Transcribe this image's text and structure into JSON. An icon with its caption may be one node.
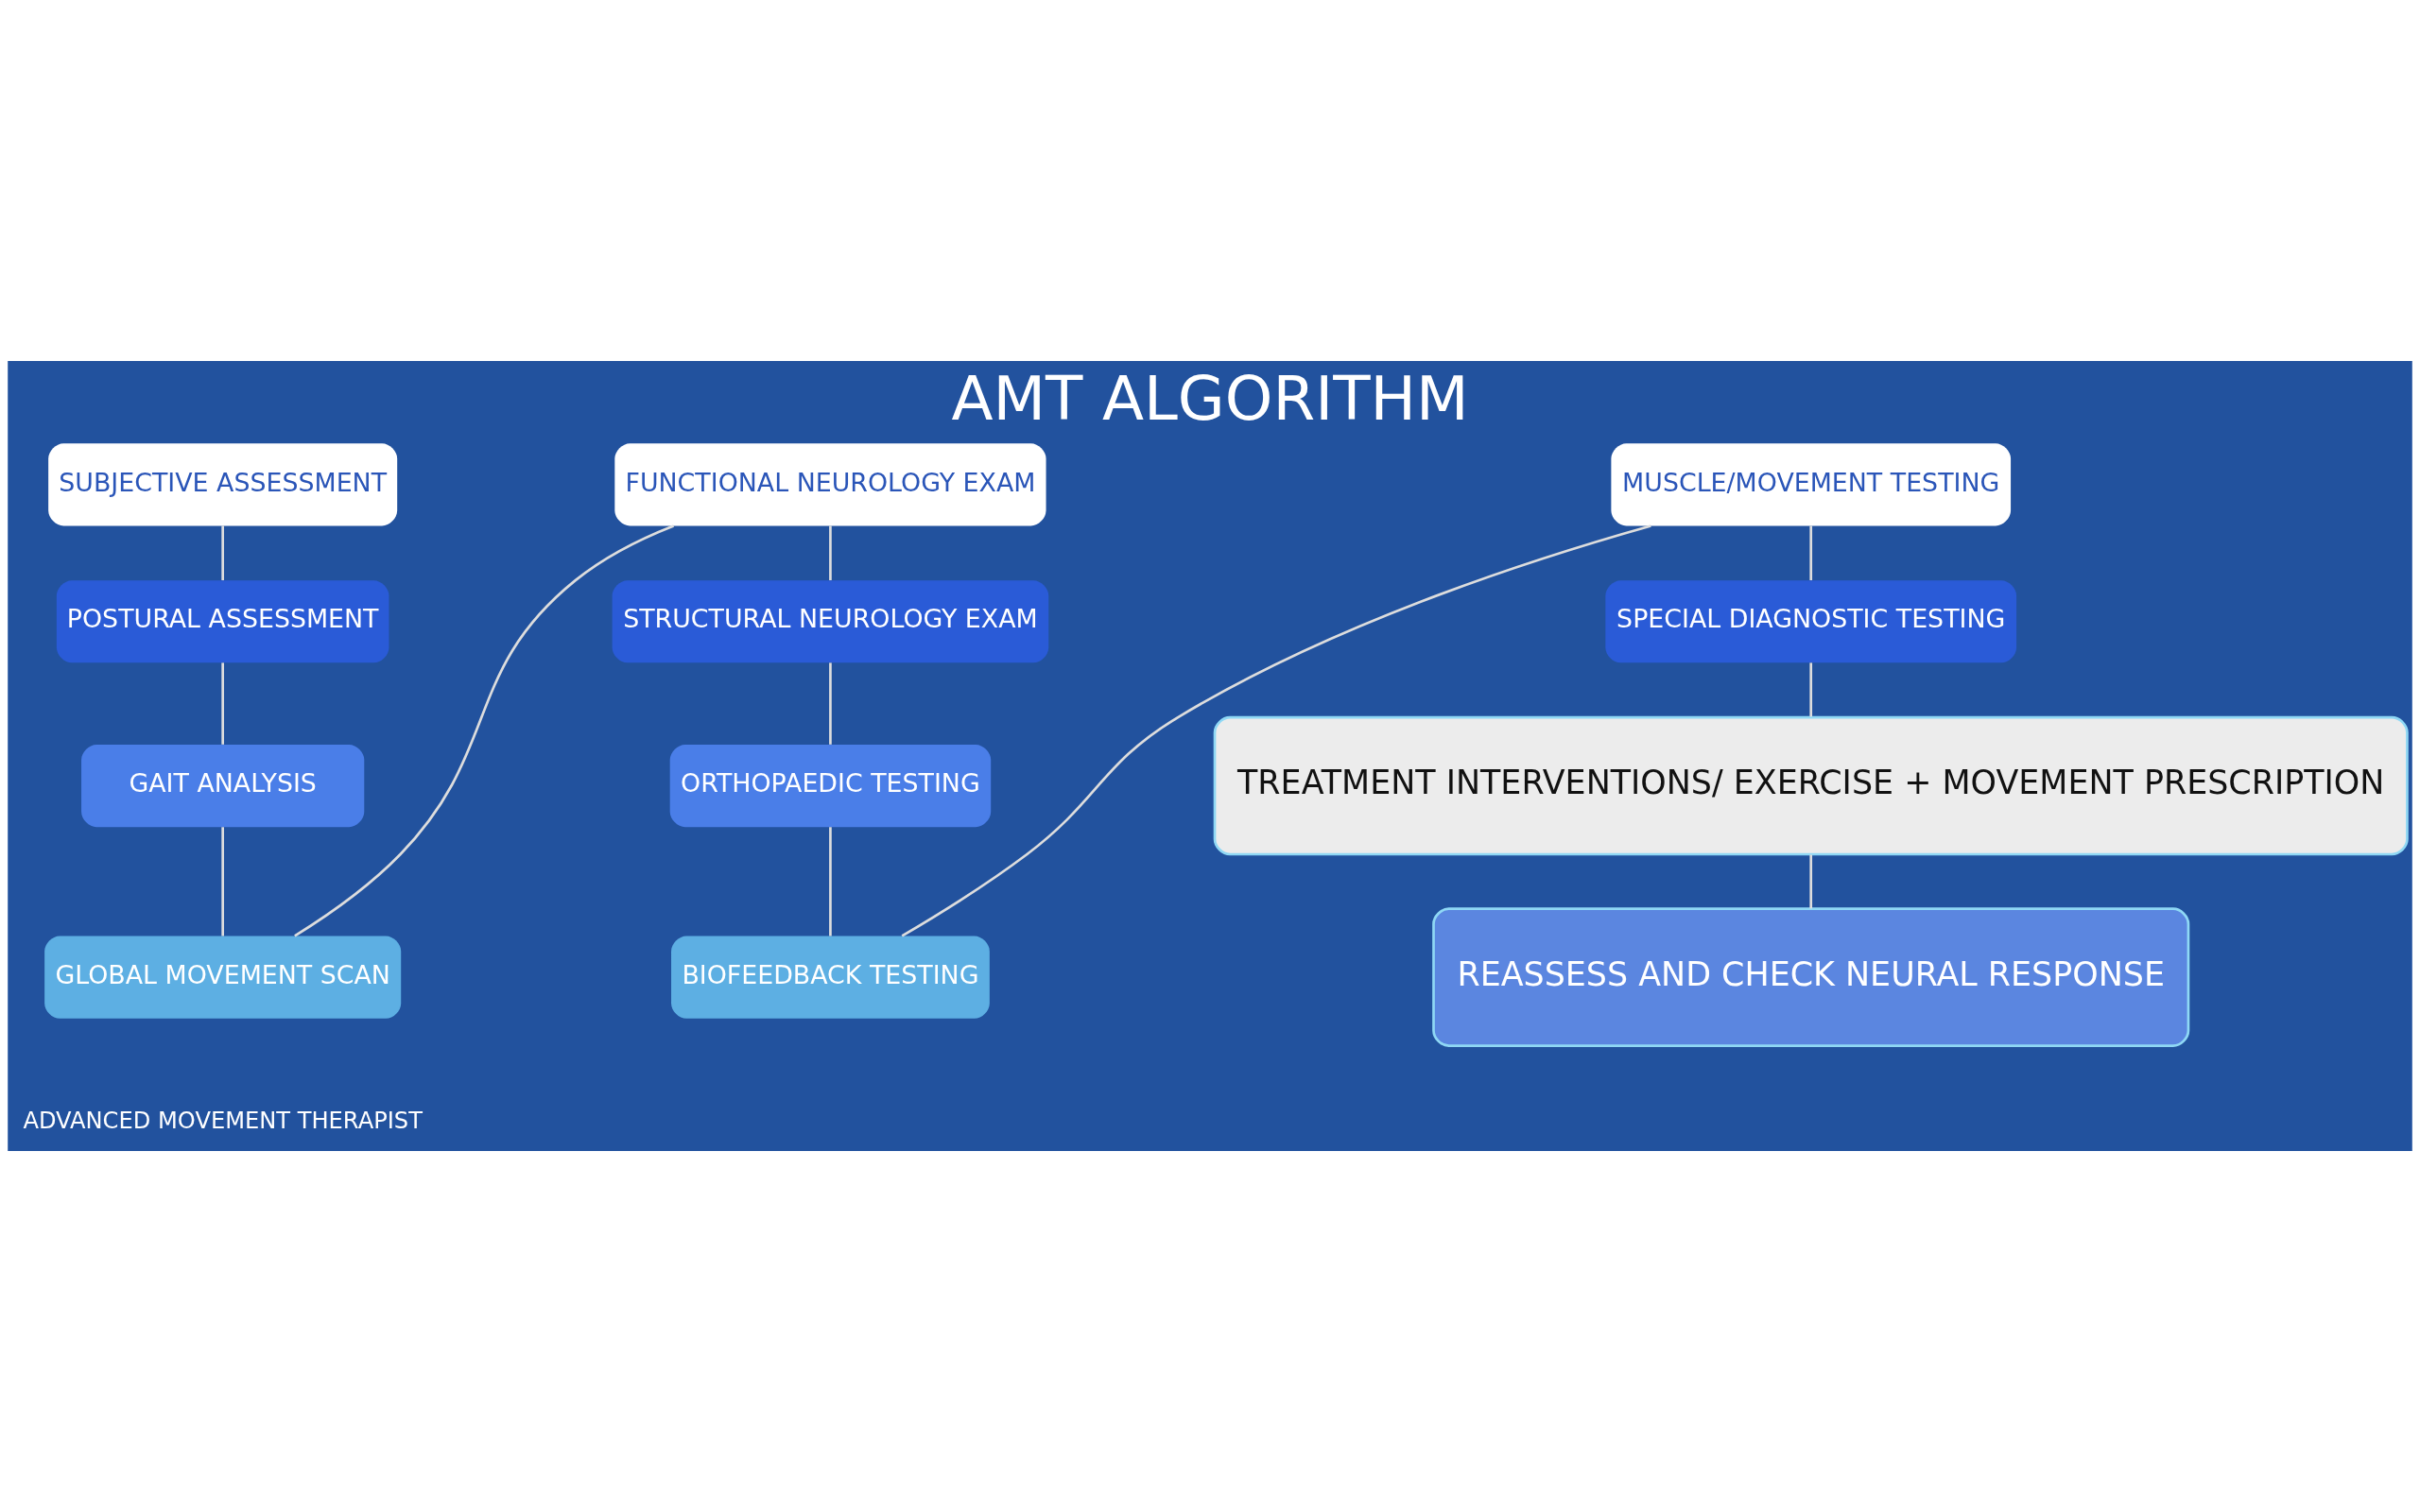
{
  "diagram": {
    "title": "AMT ALGORITHM",
    "nodes": [
      {
        "text": [
          "SUBJECTIVE ASSESSMENT"
        ]
      },
      {
        "text": [
          "POSTURAL ASSESSMENT"
        ]
      },
      {
        "text": [
          "GAIT ANALYSIS"
        ]
      },
      {
        "text": [
          "GLOBAL MOVEMENT SCAN"
        ]
      },
      {
        "text": [
          "FUNCTIONAL NEUROLOGY EXAM"
        ]
      },
      {
        "text": [
          "STRUCTURAL NEUROLOGY EXAM"
        ]
      },
      {
        "text": [
          "ORTHOPAEDIC TESTING"
        ]
      },
      {
        "text": [
          "BIOFEEDBACK TESTING"
        ]
      },
      {
        "text": [
          "MUSCLE/MOVEMENT TESTING"
        ]
      },
      {
        "text": [
          "SPECIAL DIAGNOSTIC TESTING"
        ]
      },
      {
        "text": [
          "TREATMENT INTERVENTIONS/ EXERCISE + MOVEMENT PRESCRIPTION"
        ]
      },
      {
        "text": [
          "REASSESS AND CHECK NEURAL RESPONSE"
        ]
      }
    ],
    "edges": [
      {
        "from": 0,
        "to": 1,
        "arrow": "none"
      },
      {
        "from": 1,
        "to": 2,
        "arrow": "none"
      },
      {
        "from": 2,
        "to": 3,
        "arrow": "none"
      },
      {
        "from": 3,
        "to": 4,
        "arrow": "none"
      },
      {
        "from": 4,
        "to": 5,
        "arrow": "none"
      },
      {
        "from": 5,
        "to": 6,
        "arrow": "none"
      },
      {
        "from": 6,
        "to": 7,
        "arrow": "none"
      },
      {
        "from": 7,
        "to": 8,
        "arrow": "none"
      },
      {
        "from": 8,
        "to": 9,
        "arrow": "none"
      },
      {
        "from": 9,
        "to": 10,
        "arrow": "none"
      },
      {
        "from": 10,
        "to": 11,
        "arrow": "none"
      }
    ],
    "labels": [
      "ADVANCED MOVEMENT THERAPIST"
    ]
  }
}
